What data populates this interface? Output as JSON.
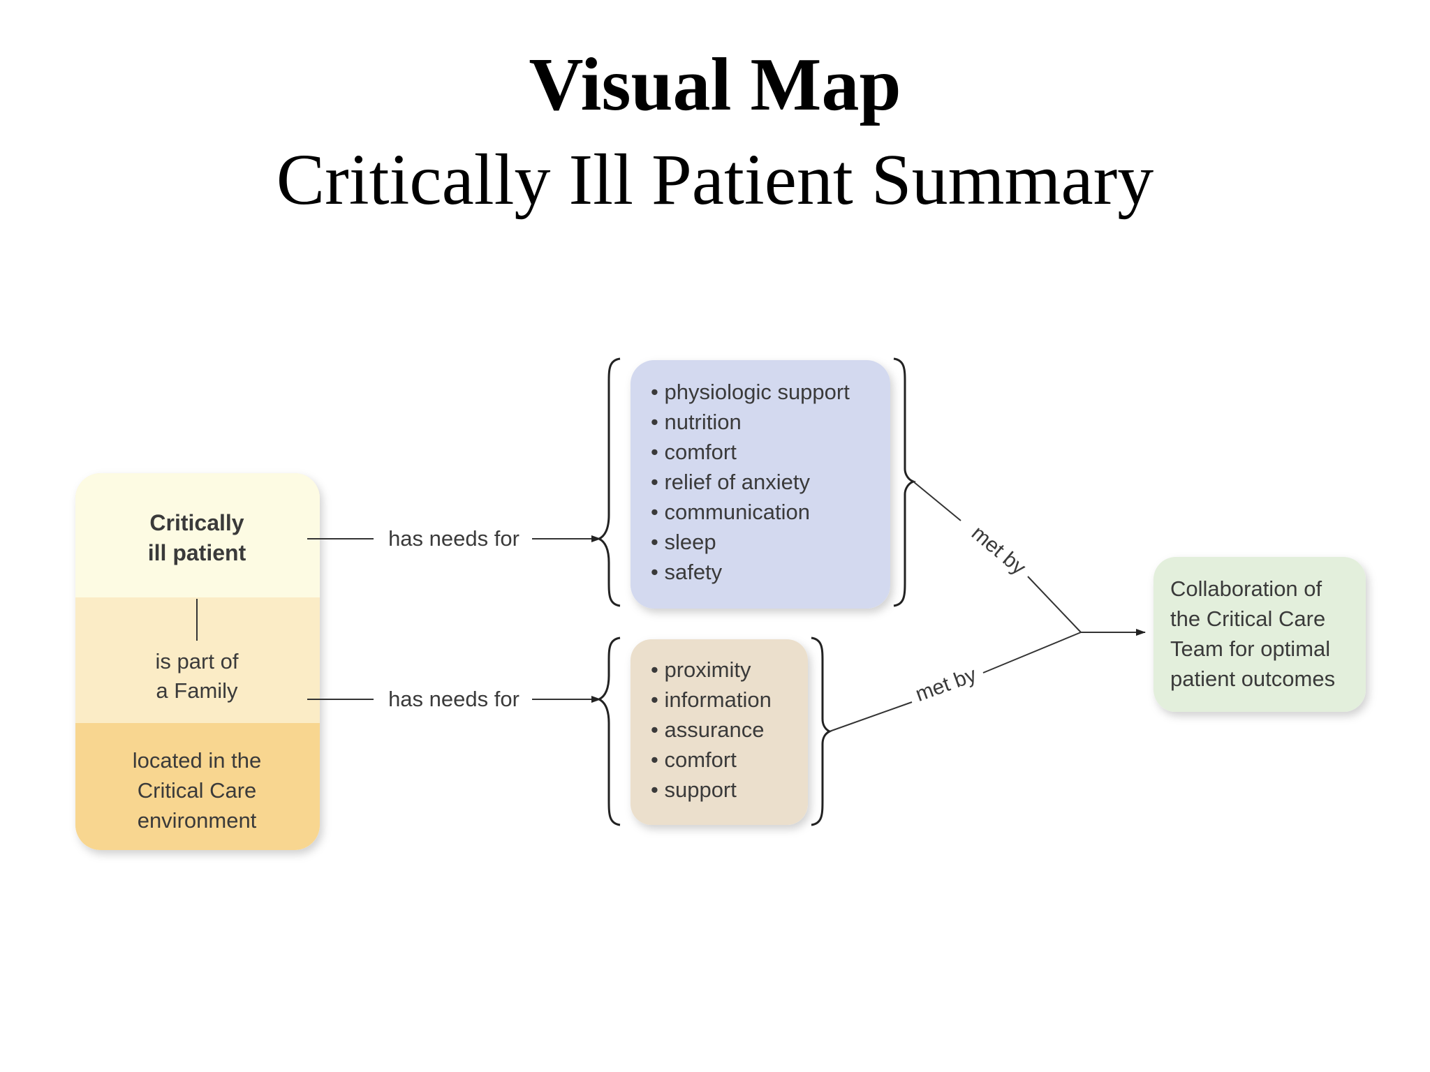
{
  "slide": {
    "title": "Visual Map",
    "subtitle": "Critically Ill Patient Summary"
  },
  "diagram": {
    "patient_box": {
      "top_label_line1": "Critically",
      "top_label_line2": "ill patient",
      "middle_label_line1": "is part of",
      "middle_label_line2": "a Family",
      "bottom_label_line1": "located in the",
      "bottom_label_line2": "Critical Care",
      "bottom_label_line3": "environment"
    },
    "patient_link_label": "has needs for",
    "family_link_label": "has needs for",
    "patient_needs": [
      "physiologic support",
      "nutrition",
      "comfort",
      "relief of anxiety",
      "communication",
      "sleep",
      "safety"
    ],
    "family_needs": [
      "proximity",
      "information",
      "assurance",
      "comfort",
      "support"
    ],
    "met_by_upper": "met by",
    "met_by_lower": "met by",
    "outcome_box": {
      "line1": "Collaboration of",
      "line2": "the Critical Care",
      "line3": "Team for optimal",
      "line4": "patient outcomes"
    },
    "colors": {
      "patient_top": "#fdfbe3",
      "patient_middle": "#fbecc6",
      "patient_bottom": "#f8d690",
      "patient_needs_fill": "#d3d9ef",
      "family_needs_fill": "#ebdfcc",
      "outcome_fill": "#e3efdc",
      "line": "#333333",
      "text": "#3a3a3a"
    }
  }
}
